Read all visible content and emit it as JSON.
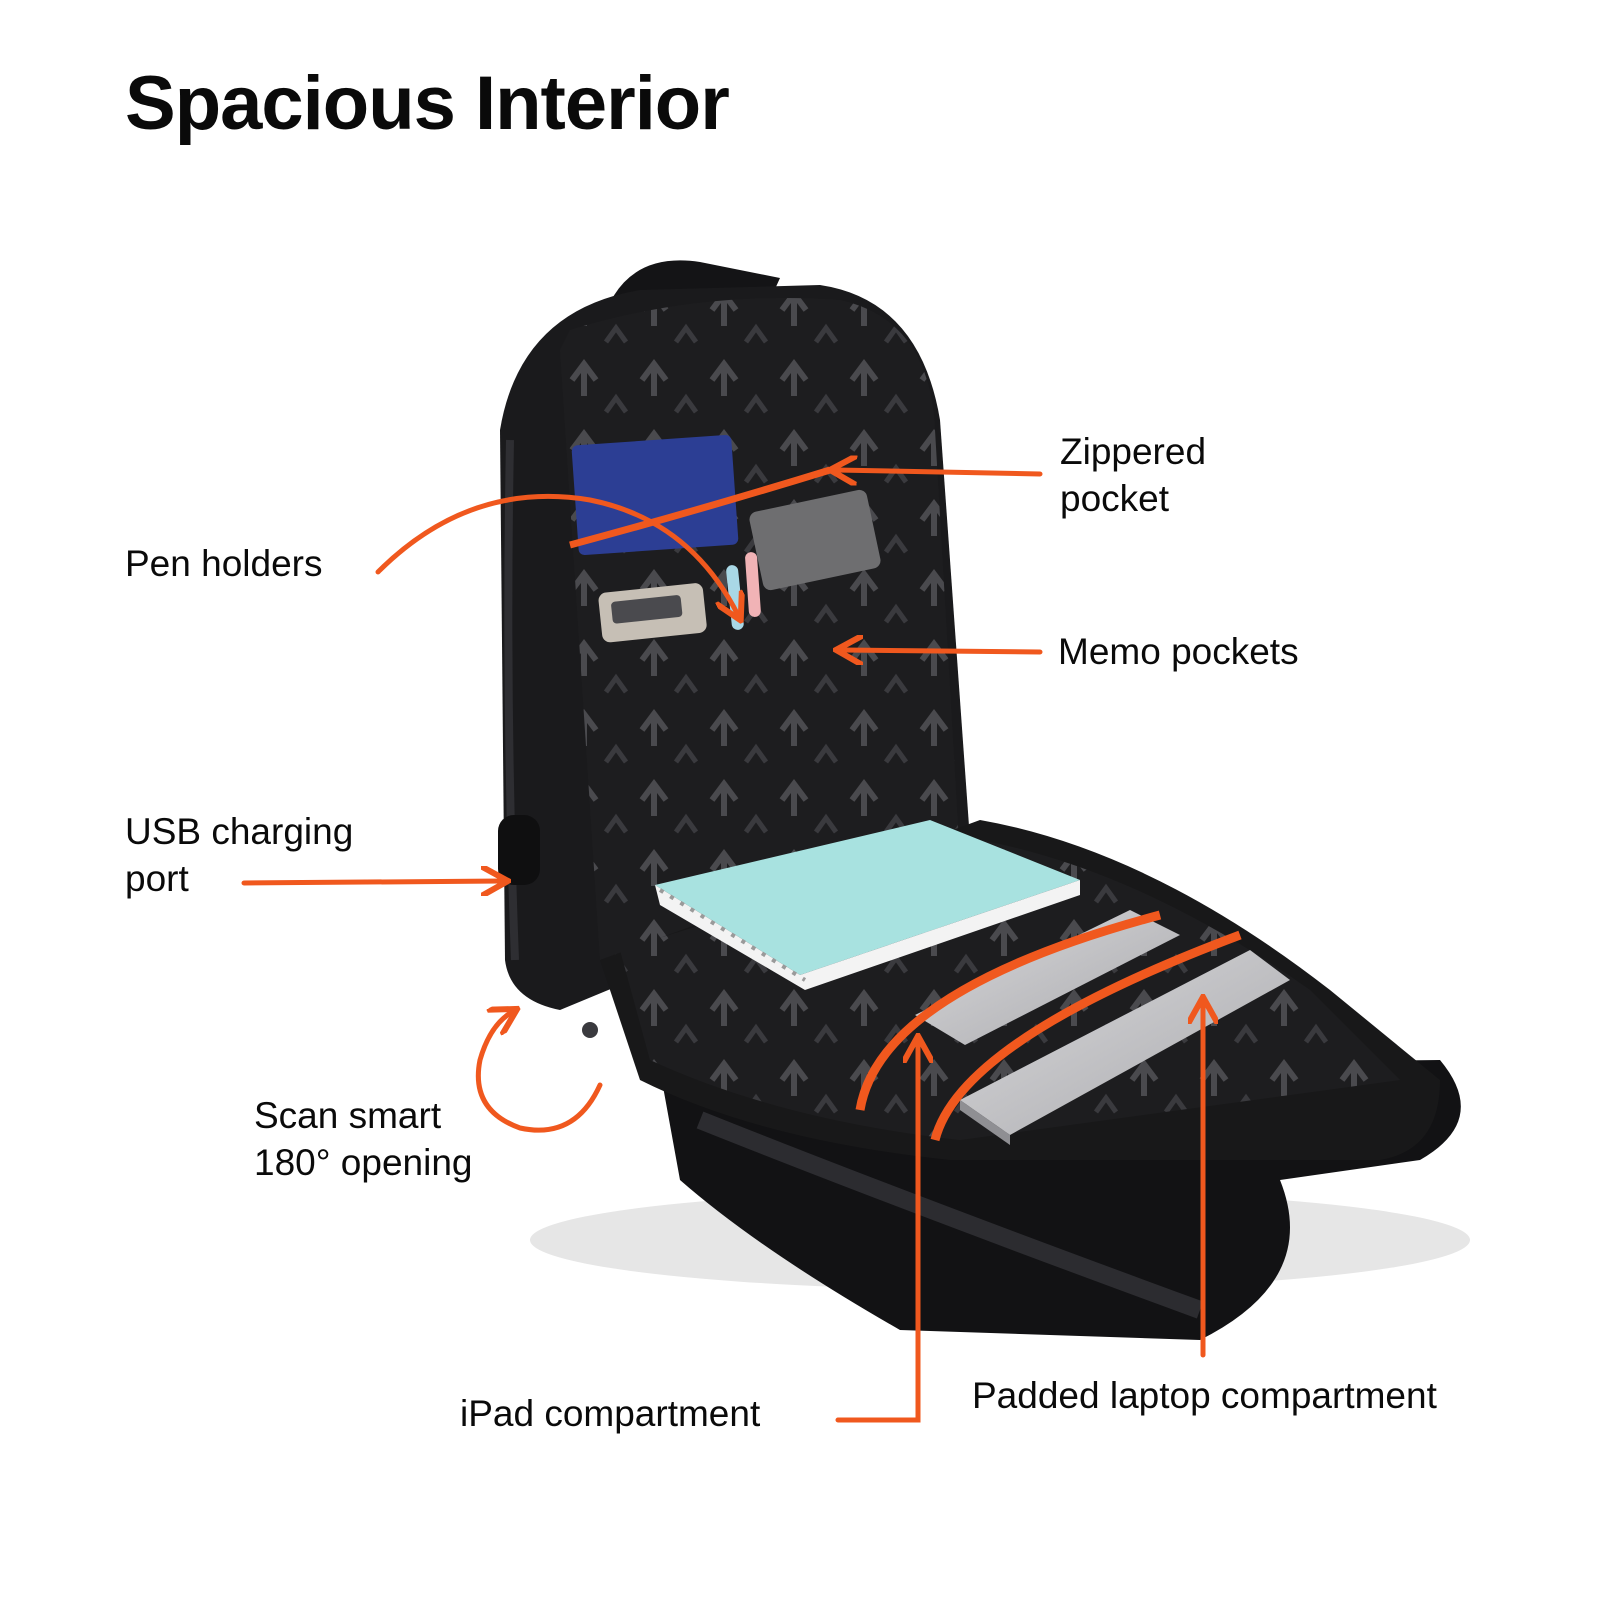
{
  "title": "Spacious Interior",
  "accent_color": "#f0581e",
  "callouts": {
    "zippered": {
      "line1": "Zippered",
      "line2": "pocket"
    },
    "pen": {
      "line1": "Pen holders"
    },
    "memo": {
      "line1": "Memo pockets"
    },
    "usb": {
      "line1": "USB charging",
      "line2": "port"
    },
    "scan": {
      "line1": "Scan smart",
      "line2": "180° opening"
    },
    "ipad": {
      "line1": "iPad compartment"
    },
    "laptop": {
      "line1": "Padded laptop compartment"
    }
  }
}
